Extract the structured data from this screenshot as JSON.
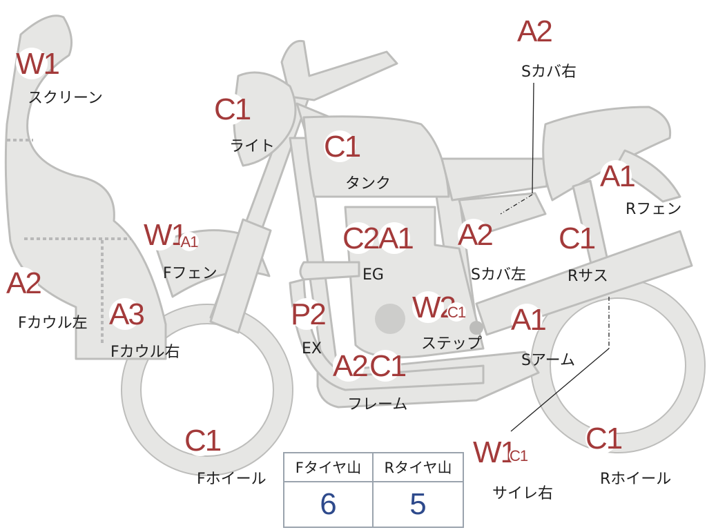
{
  "colors": {
    "badge": "#a33a3a",
    "tread_value": "#2e4a8c",
    "part_fill": "#e6e6e4",
    "table_border": "#9aa3ad"
  },
  "parts": [
    {
      "key": "screen",
      "label": "スクリーン",
      "badges": [
        {
          "text": "W1",
          "size": "big"
        }
      ]
    },
    {
      "key": "light",
      "label": "ライト",
      "badges": [
        {
          "text": "C1",
          "size": "big"
        }
      ]
    },
    {
      "key": "tank",
      "label": "タンク",
      "badges": [
        {
          "text": "C1",
          "size": "big"
        }
      ]
    },
    {
      "key": "side-cover-right",
      "label": "Sカバ右",
      "badges": [
        {
          "text": "A2",
          "size": "big"
        }
      ]
    },
    {
      "key": "rear-fender",
      "label": "Rフェン",
      "badges": [
        {
          "text": "A1",
          "size": "big"
        }
      ]
    },
    {
      "key": "front-fender",
      "label": "Fフェン",
      "badges": [
        {
          "text": "W1",
          "size": "big"
        },
        {
          "text": "A1",
          "size": "small"
        }
      ]
    },
    {
      "key": "engine",
      "label": "EG",
      "badges": [
        {
          "text": "C2",
          "size": "big"
        },
        {
          "text": "A1",
          "size": "big"
        }
      ]
    },
    {
      "key": "side-cover-left",
      "label": "Sカバ左",
      "badges": [
        {
          "text": "A2",
          "size": "big"
        }
      ]
    },
    {
      "key": "rear-suspension",
      "label": "Rサス",
      "badges": [
        {
          "text": "C1",
          "size": "big"
        }
      ]
    },
    {
      "key": "front-cowl-left",
      "label": "Fカウル左",
      "badges": [
        {
          "text": "A2",
          "size": "big"
        }
      ]
    },
    {
      "key": "front-cowl-right",
      "label": "Fカウル右",
      "badges": [
        {
          "text": "A3",
          "size": "big"
        }
      ]
    },
    {
      "key": "exhaust",
      "label": "EX",
      "badges": [
        {
          "text": "P2",
          "size": "big"
        }
      ]
    },
    {
      "key": "step",
      "label": "ステップ",
      "badges": [
        {
          "text": "W2",
          "size": "big"
        },
        {
          "text": "C1",
          "size": "small"
        }
      ]
    },
    {
      "key": "swing-arm",
      "label": "Sアーム",
      "badges": [
        {
          "text": "A1",
          "size": "big"
        }
      ]
    },
    {
      "key": "frame",
      "label": "フレーム",
      "badges": [
        {
          "text": "A2",
          "size": "big"
        },
        {
          "text": "C1",
          "size": "big"
        }
      ]
    },
    {
      "key": "front-wheel",
      "label": "Fホイール",
      "badges": [
        {
          "text": "C1",
          "size": "big"
        }
      ]
    },
    {
      "key": "muffler-right",
      "label": "サイレ右",
      "badges": [
        {
          "text": "W1",
          "size": "big"
        },
        {
          "text": "C1",
          "size": "small"
        }
      ]
    },
    {
      "key": "rear-wheel",
      "label": "Rホイール",
      "badges": [
        {
          "text": "C1",
          "size": "big"
        }
      ]
    }
  ],
  "tread": {
    "front": {
      "header": "Fタイヤ山",
      "value": "6"
    },
    "rear": {
      "header": "Rタイヤ山",
      "value": "5"
    }
  }
}
